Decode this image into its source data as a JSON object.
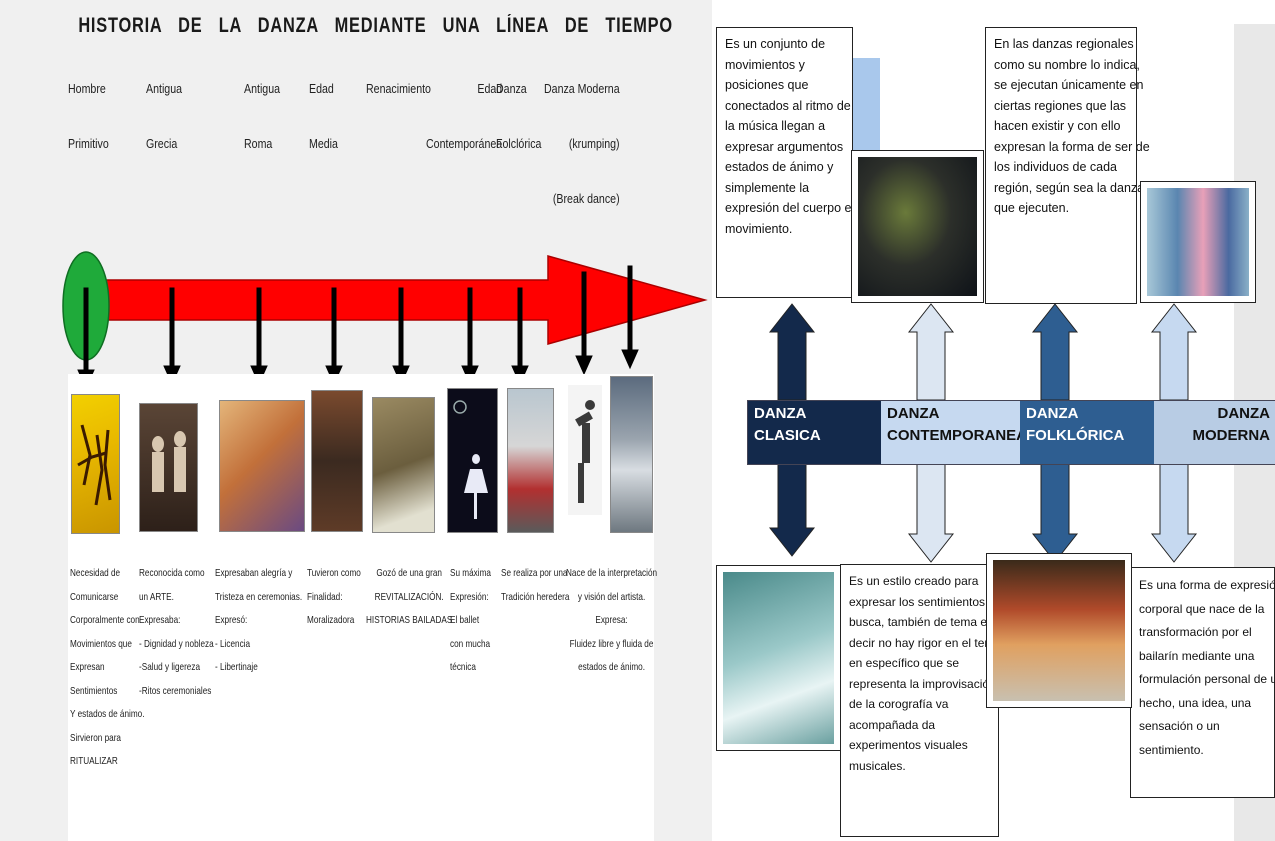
{
  "timeline": {
    "title": "HISTORIA DE LA DANZA MEDIANTE UNA LÍNEA DE TIEMPO",
    "eras": [
      {
        "label": "Hombre\nPrimitivo",
        "image": "primitive-cave-art"
      },
      {
        "label": "Antigua\nGrecia",
        "image": "greek-vase"
      },
      {
        "label": "Antigua\nRoma",
        "image": "roman-painting"
      },
      {
        "label": "Edad\nMedia",
        "image": "medieval-painting"
      },
      {
        "label": "Renacimiento",
        "image": "ballet-painting"
      },
      {
        "label": "Edad\nContemporánea",
        "image": "ballerina-photo"
      },
      {
        "label": "Danza\nFolclórica",
        "image": "folk-dancers"
      },
      {
        "label": "Danza Moderna\n(krumping)\n(Break dance)",
        "image": "breakdancer"
      }
    ],
    "descriptions": [
      "Necesidad de\nComunicarse\nCorporalmente con\nMovimientos que\nExpresan\nSentimientos\nY estados de ánimo.\nSirvieron para\nRITUALIZAR",
      "Reconocida como\nun ARTE.\nExpresaba:\n- Dignidad y nobleza\n-Salud y ligereza\n-Ritos ceremoniales",
      "Expresaban alegría y\nTristeza en ceremonias.\nExpresó:\n- Licencia\n- Libertinaje",
      "Tuvieron como\nFinalidad:\nMoralizadora",
      "Gozó de una gran\nREVITALIZACIÓN.\nHISTORIAS BAILADAS",
      "Su máxima\nExpresión:\nEl ballet\ncon mucha\ntécnica",
      "Se realiza por una\nTradición heredera",
      "Nace de la interpretación\ny visión del artista.\nExpresa:\nFluidez libre y fluida de\nestados de ánimo."
    ]
  },
  "map": {
    "band": [
      "DANZA CLASICA",
      "DANZA\nCONTEMPORANEA",
      "DANZA\nFOLKLÓRICA",
      "DANZA MODERNA"
    ],
    "texts": {
      "clasica": "Es un conjunto de\nmovimientos y\nposiciones que\nconectados al ritmo de\nla música llegan a\nexpresar argumentos\nestados de ánimo y\nsimplemente la\nexpresión del cuerpo en\nmovimiento.",
      "folklorica": "En las danzas regionales\ncomo su nombre lo indica,\nse ejecutan únicamente en\nciertas regiones que las\nhacen existir y con ello\nexpresan la forma de ser de\nlos individuos de cada\nregión, según sea la danza\nque ejecuten.",
      "contemporanea": "Es un estilo creado para\nexpresar los sentimientos, se\nbusca, también de tema es\ndecir no hay rigor en el tema\nen específico que se\nrepresenta la improvisación\nde la corografía va\nacompañada da\nexperimentos visuales\nmusicales.",
      "moderna": "Es una forma de expresión\ncorporal que nace de la\ntransformación por el\nbailarín mediante una\nformulación personal de un\nhecho, una idea, una\nsensación o un\nsentimiento."
    },
    "photos": [
      "contemporary-dance-photo",
      "modern-dance-photo",
      "classical-ballet-photo",
      "folk-dance-photo"
    ]
  },
  "colors": {
    "arrow_red": "#ff0000",
    "start_circle": "#1faa3a",
    "navy": "#13294b",
    "pale_blue": "#c6d9f0",
    "mid_blue": "#2e5e91",
    "light_steel": "#b8cce4"
  }
}
